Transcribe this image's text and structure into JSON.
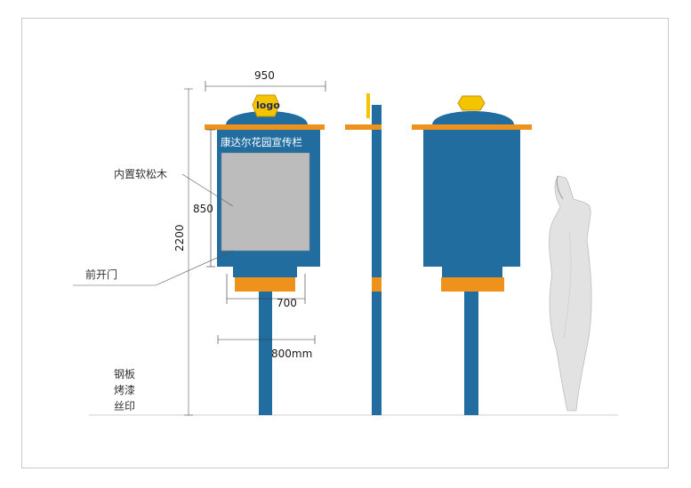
{
  "board": {
    "title": "康达尔花园宣传栏",
    "logo_text": "logo"
  },
  "dimensions": {
    "top_width": "950",
    "board_height": "850",
    "total_height": "2200",
    "bottom_width": "700",
    "base_width": "800mm"
  },
  "notes": {
    "cork": "内置软松木",
    "door": "前开门",
    "material_lines": [
      "钢板",
      "烤漆",
      "丝印"
    ]
  },
  "colors": {
    "body_blue": "#226da0",
    "orange": "#ee921c",
    "panel_gray": "#bcbcbc",
    "logo_gold": "#f5c400",
    "figure_gray": "#e2e2e2"
  }
}
